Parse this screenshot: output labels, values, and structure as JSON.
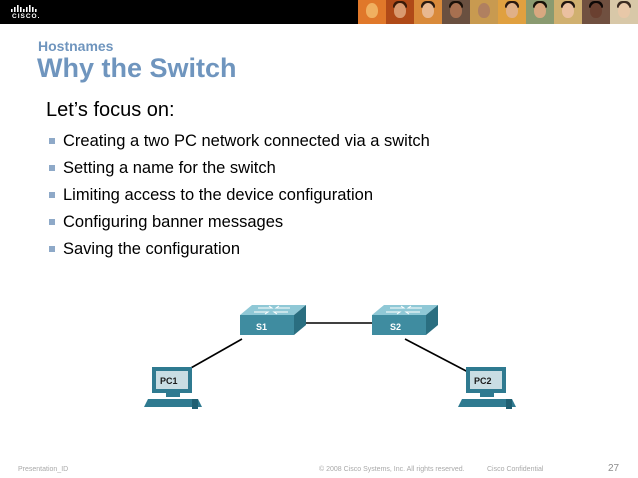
{
  "header": {
    "logo_text": "CISCO."
  },
  "slide": {
    "subtitle": "Hostnames",
    "title": "Why the Switch",
    "lead": "Let’s focus on:",
    "bullets": [
      "Creating a two PC network connected via a switch",
      "Setting a name for the switch",
      "Limiting access to the device configuration",
      "Configuring banner messages",
      "Saving the configuration"
    ]
  },
  "topology": {
    "switches": [
      "S1",
      "S2"
    ],
    "pcs": [
      "PC1",
      "PC2"
    ]
  },
  "footer": {
    "presentation_id": "Presentation_ID",
    "copyright": "© 2008 Cisco Systems, Inc. All rights reserved.",
    "confidential": "Cisco Confidential",
    "page_number": "27"
  },
  "colors": {
    "title": "#6f95be",
    "bullet": "#8ea9c8",
    "switch_body": "#3f8ca0",
    "pc_body": "#2f7a90",
    "header": "#000000"
  },
  "icons": [
    "cisco-logo",
    "switch-icon",
    "pc-icon"
  ]
}
